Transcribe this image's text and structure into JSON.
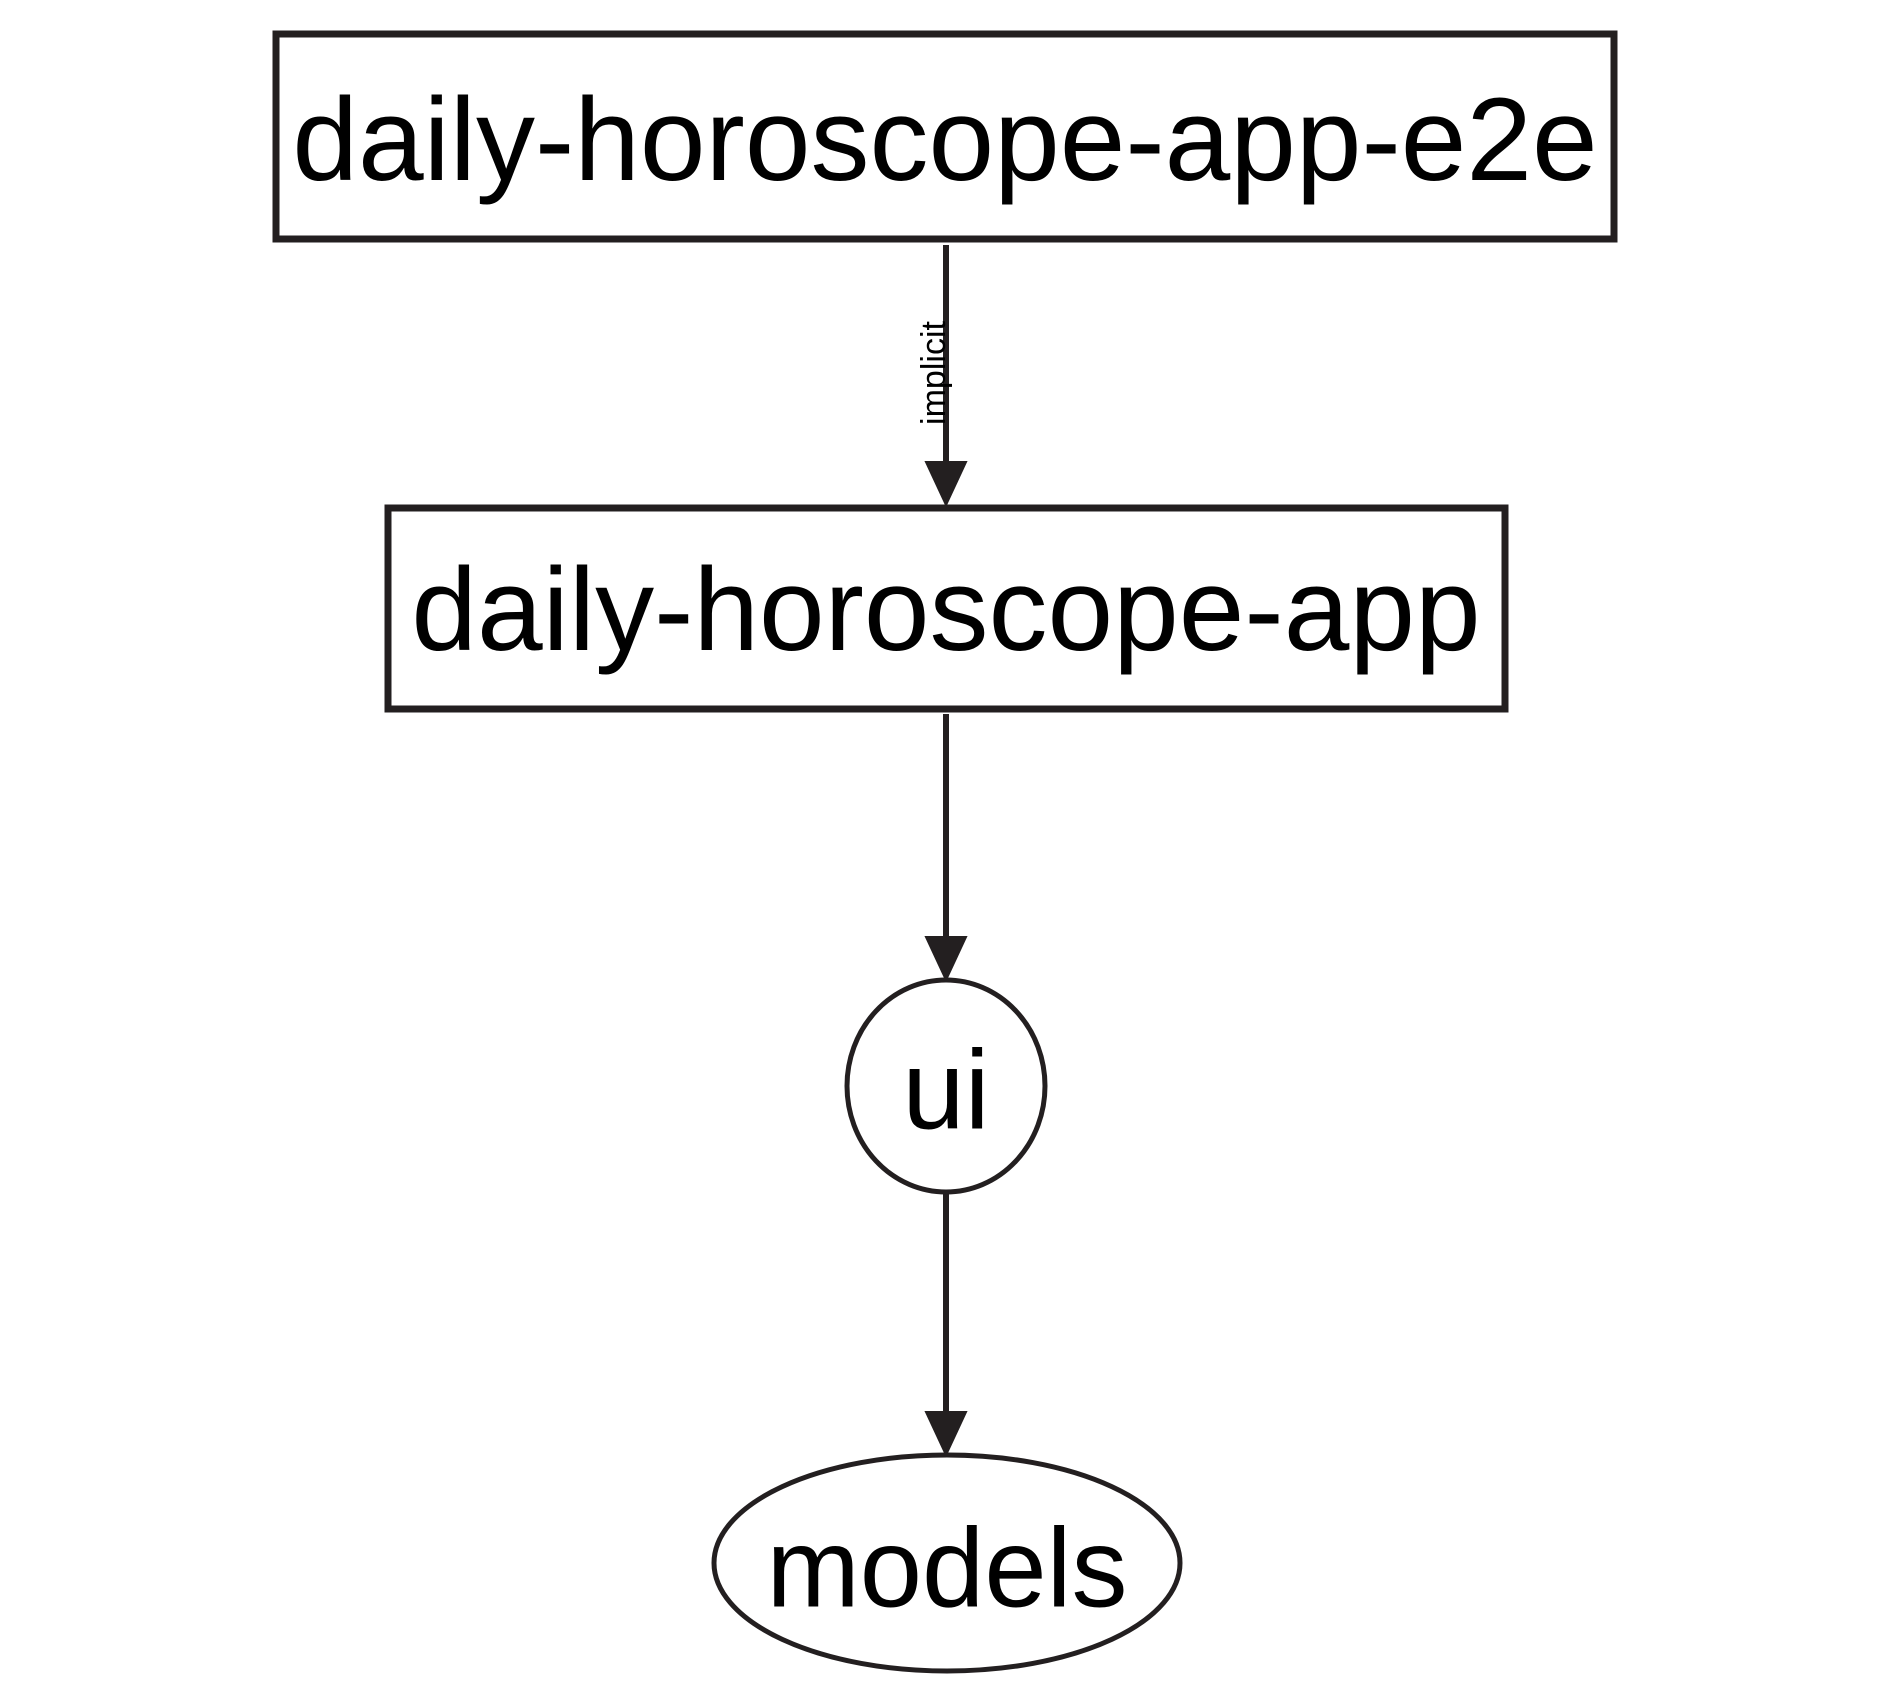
{
  "diagram": {
    "type": "dependency-graph",
    "orientation": "top-to-bottom",
    "background_color": "#ffffff",
    "stroke_color": "#231f20",
    "text_color": "#000000",
    "nodes": [
      {
        "id": "daily-horoscope-app-e2e",
        "label": "daily-horoscope-app-e2e",
        "shape": "rectangle"
      },
      {
        "id": "daily-horoscope-app",
        "label": "daily-horoscope-app",
        "shape": "rectangle"
      },
      {
        "id": "ui",
        "label": "ui",
        "shape": "ellipse"
      },
      {
        "id": "models",
        "label": "models",
        "shape": "ellipse"
      }
    ],
    "edges": [
      {
        "from": "daily-horoscope-app-e2e",
        "to": "daily-horoscope-app",
        "label": "implicit",
        "label_orientation": "vertical",
        "arrowhead": "filled-triangle"
      },
      {
        "from": "daily-horoscope-app",
        "to": "ui",
        "label": "",
        "arrowhead": "filled-triangle"
      },
      {
        "from": "ui",
        "to": "models",
        "label": "",
        "arrowhead": "filled-triangle"
      }
    ]
  }
}
